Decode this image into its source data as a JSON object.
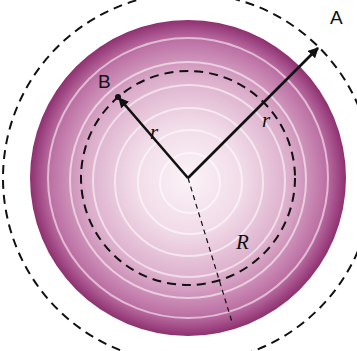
{
  "diagram": {
    "labels": [
      "A",
      "B",
      "r",
      "r",
      "R"
    ]
  }
}
